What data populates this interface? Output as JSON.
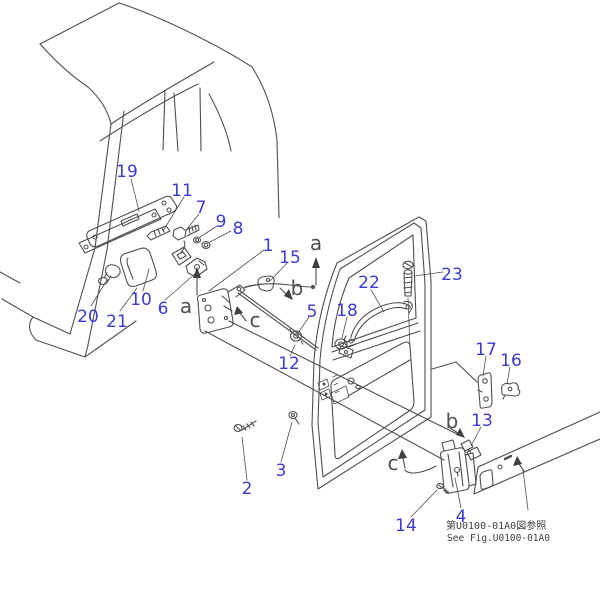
{
  "figure": {
    "type": "exploded-parts-diagram",
    "subject": "operator cab door and lock hardware",
    "labels": [
      "1",
      "2",
      "3",
      "4",
      "5",
      "6",
      "7",
      "8",
      "9",
      "10",
      "11",
      "12",
      "13",
      "14",
      "15",
      "16",
      "17",
      "18",
      "19",
      "20",
      "21",
      "22",
      "23"
    ],
    "callout_letters": {
      "a": "a",
      "b": "b",
      "c": "c"
    },
    "reference_note": {
      "japanese": "第U0100-01A0図参照",
      "english": "See Fig.U0100-01A0"
    },
    "colors": {
      "label_blue": "#3b3bd1",
      "line": "#4f4f4f"
    }
  }
}
